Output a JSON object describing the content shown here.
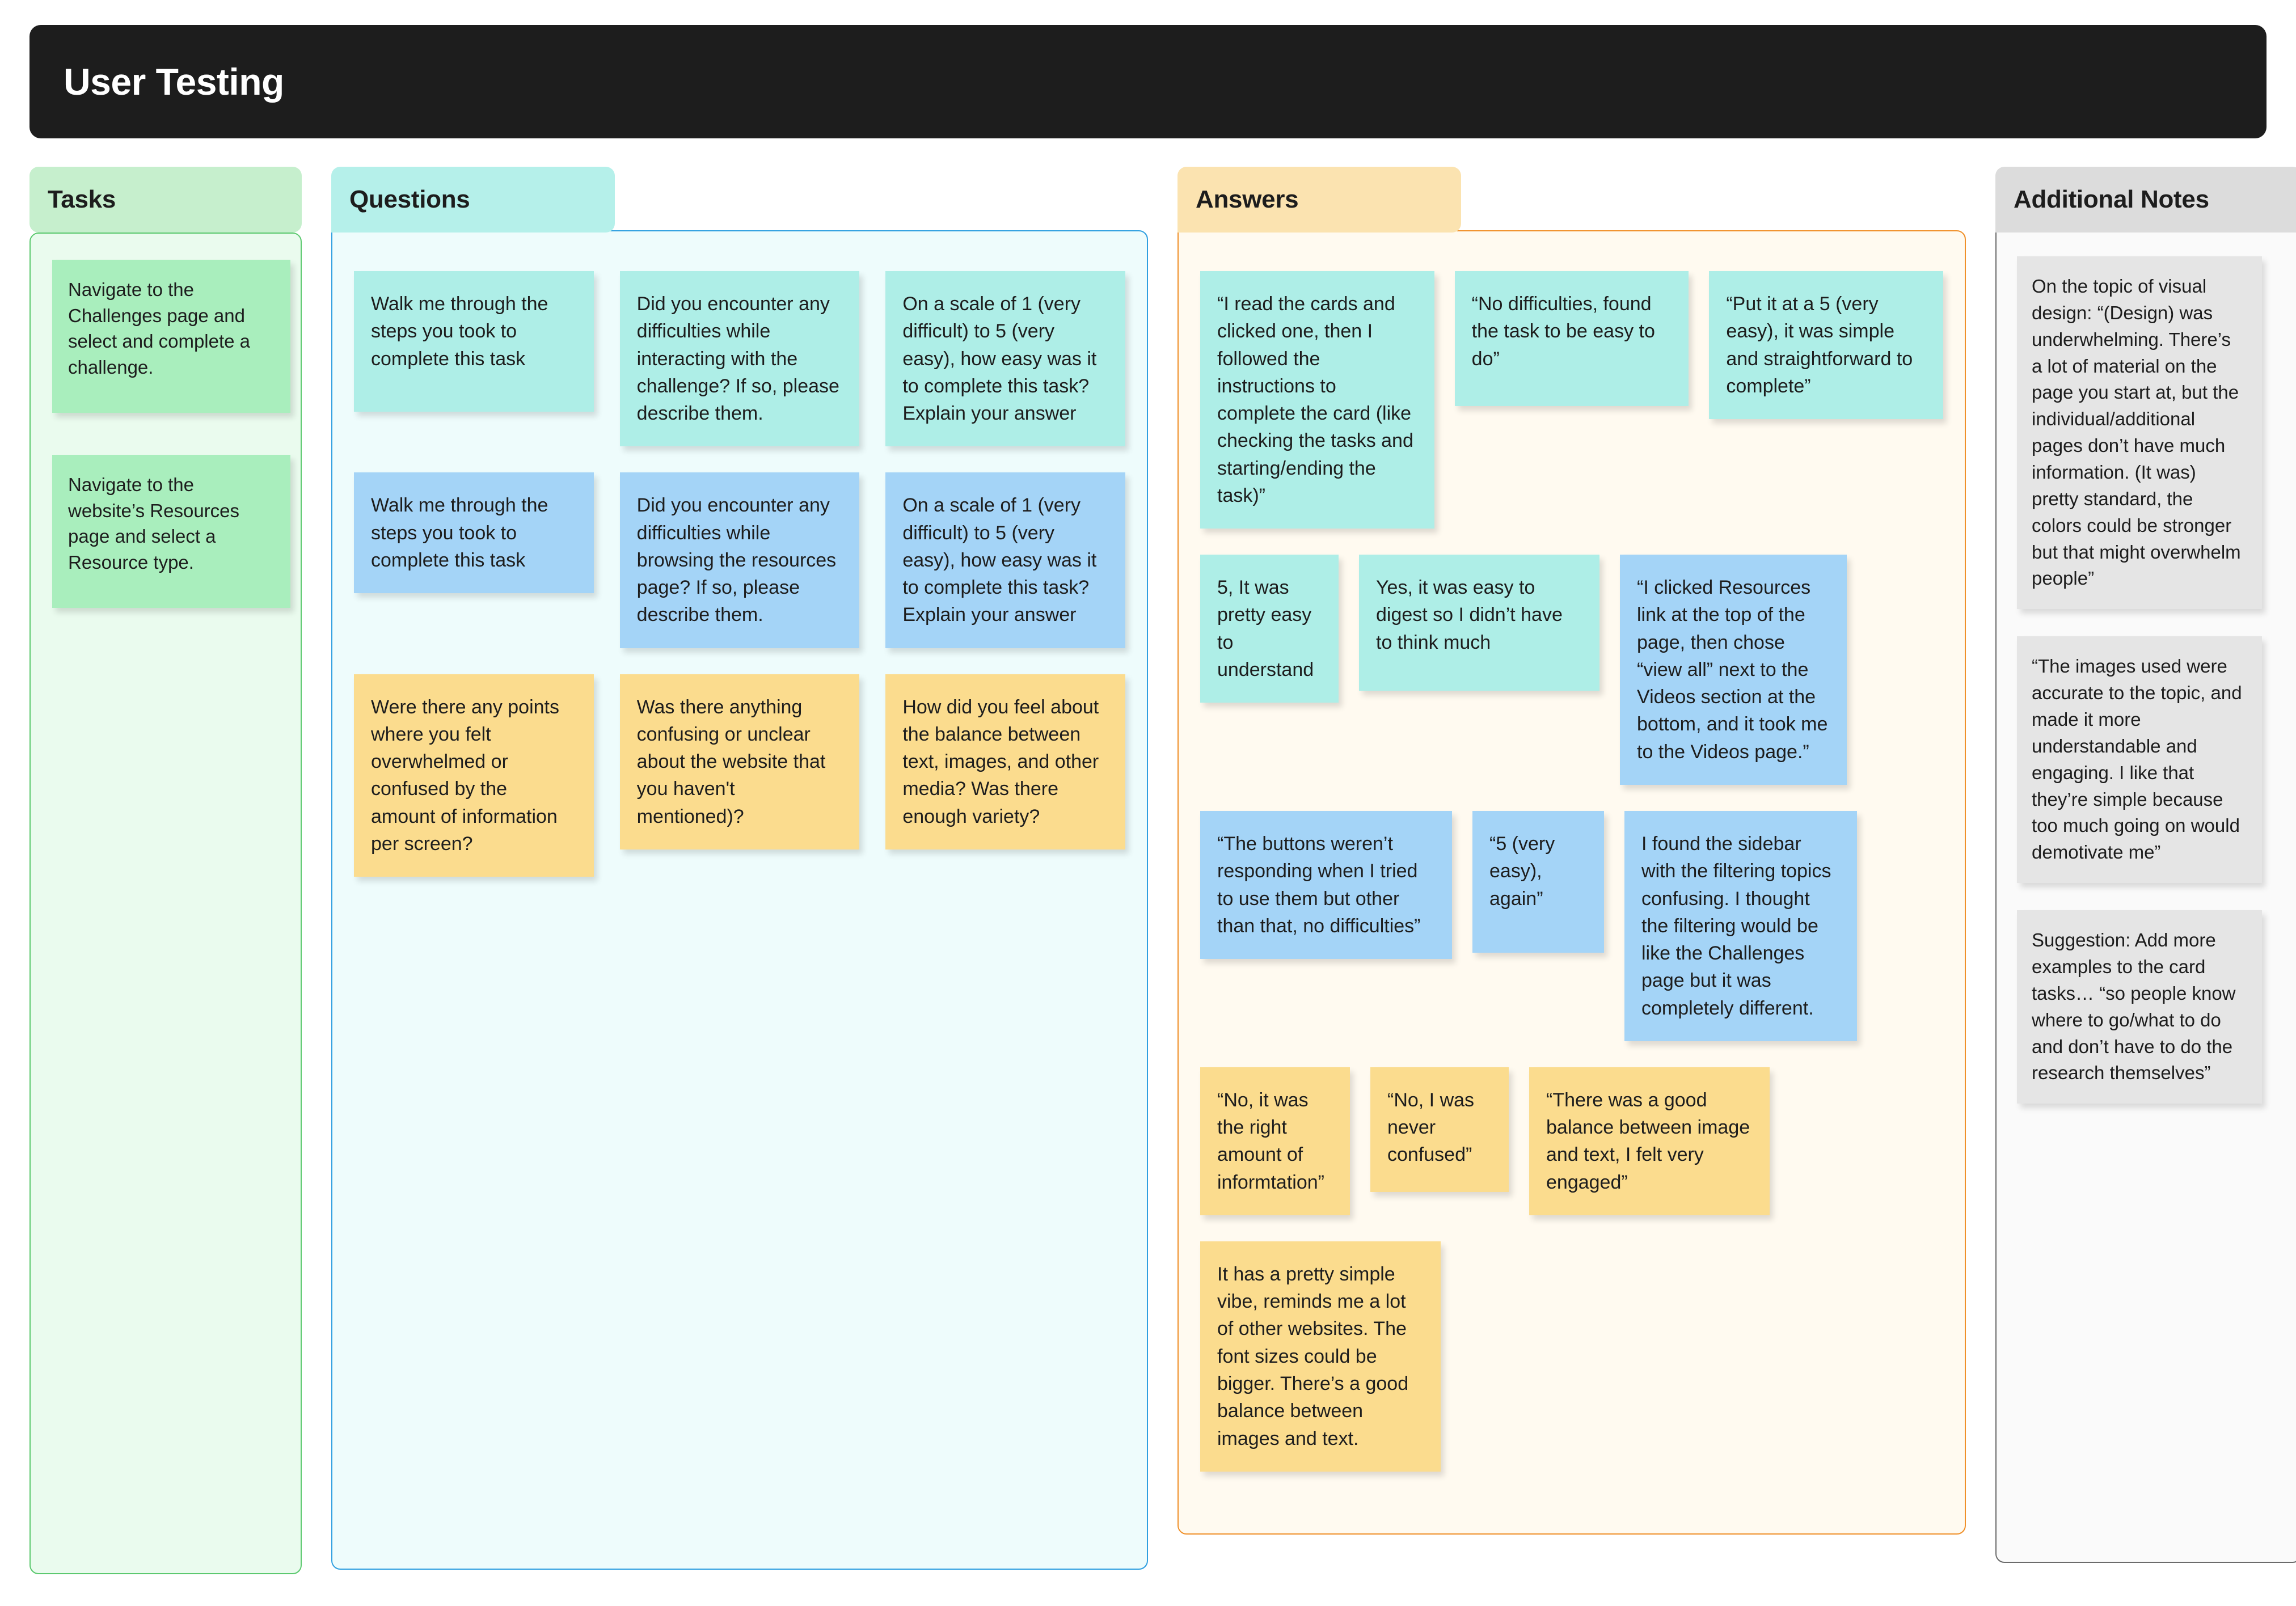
{
  "header": {
    "title": "User Testing"
  },
  "columns": {
    "tasks": {
      "tab_label": "Tasks",
      "notes": [
        "Navigate to the Challenges page and select and complete a challenge.",
        "Navigate to the website’s Resources page and select a Resource type."
      ]
    },
    "questions": {
      "tab_label": "Questions",
      "row1": [
        "Walk me through the steps you took to complete this task",
        "Did you encounter any difficulties while interacting with the challenge? If so, please describe them.",
        "On a scale of 1 (very difficult) to 5 (very easy), how easy was it to complete this task? Explain your answer"
      ],
      "row2": [
        "Walk me through the steps you took to complete this task",
        "Did you encounter any difficulties while browsing the resources page? If so, please describe them.",
        "On a scale of 1 (very difficult) to 5 (very easy), how easy was it to complete this task? Explain your answer"
      ],
      "row3": [
        "Were there any points where you felt overwhelmed or confused by the amount of information per screen?",
        "Was there anything confusing or unclear about the website that you haven't mentioned)?",
        "How did you feel about the balance between text, images, and other media? Was there enough variety?"
      ]
    },
    "answers": {
      "tab_label": "Answers",
      "row1": [
        "“I read the cards and clicked one, then I followed the instructions to complete the card (like checking the tasks and starting/ending the task)”",
        "“No difficulties, found the task to be easy to do”",
        "“Put it at a 5 (very easy), it was simple and straightforward to complete”"
      ],
      "row2": [
        "5, It was pretty easy to understand",
        "Yes, it was easy to digest so I didn’t have to think much",
        "“I clicked Resources link at the top of the page, then chose “view all” next to the Videos section at the bottom, and it took me to the Videos page.”"
      ],
      "row3": [
        "“The buttons weren’t responding when I tried to use them but other than that, no difficulties”",
        "“5 (very easy), again”",
        "I found the sidebar with the filtering topics confusing. I thought the filtering would be like the Challenges page but it was completely different."
      ],
      "row4": [
        "“No, it was the right amount of informtation”",
        "“No, I was never confused”",
        "“There was a good balance between image and text, I felt very engaged”"
      ],
      "row5": [
        "It has a pretty simple vibe, reminds me a lot of other websites. The font sizes could be bigger. There’s a good balance between images and text."
      ]
    },
    "additional_notes": {
      "tab_label": "Additional Notes",
      "notes": [
        "On the topic of visual design: “(Design) was underwhelming.  There’s a lot of material on the page you start at, but the individual/additional pages don’t have much information. (It was) pretty standard, the colors could be stronger but that might overwhelm people”",
        "“The images used were accurate to the topic, and made it more understandable and engaging. I like that they’re simple because too much going on would demotivate me”",
        "Suggestion: Add more examples to the card tasks… “so people know where to go/what to do and don’t have to do the research themselves”"
      ]
    }
  },
  "colors": {
    "titlebar_bg": "#1d1d1d",
    "tasks_accent": "#5cc96f",
    "questions_accent": "#2f9fe0",
    "answers_accent": "#f0902a",
    "notes_accent": "#6b6b6b",
    "note_teal": "#aeeee7",
    "note_blue": "#a4d4f7",
    "note_yellow": "#fbdc8e",
    "note_green": "#a9eebd",
    "note_grey": "#e5e5e5"
  }
}
